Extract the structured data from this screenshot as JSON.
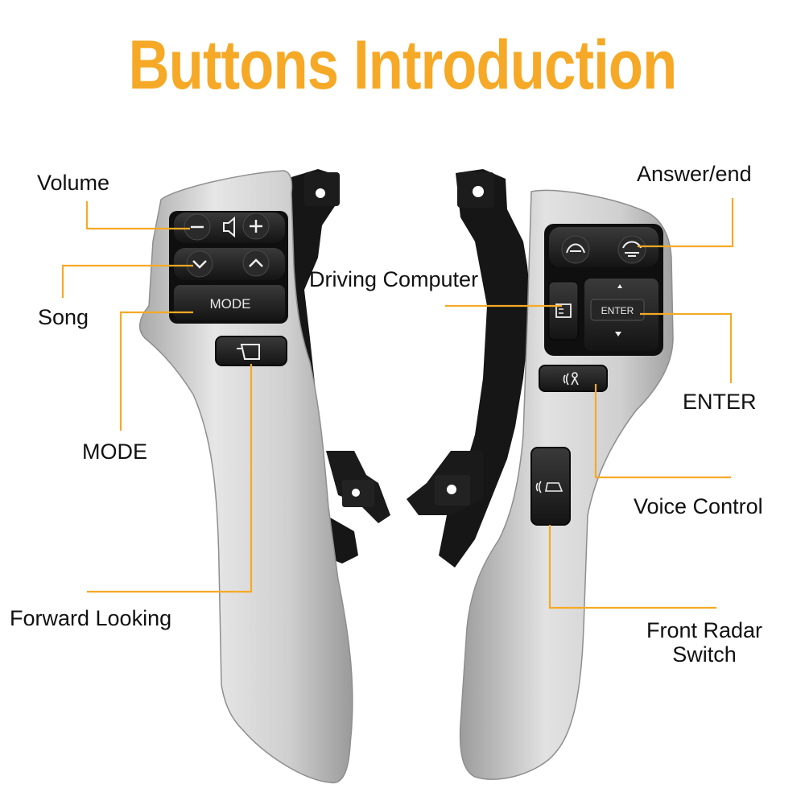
{
  "title": "Buttons Introduction",
  "colors": {
    "title": "#f6a926",
    "callout_line": "#f6a926",
    "panel_silver": "#c9c9c9",
    "button_black": "#1b1b1b"
  },
  "labels": {
    "volume": "Volume",
    "song": "Song",
    "mode": "MODE",
    "forward_looking": "Forward Looking",
    "driving_computer": "Driving Computer",
    "answer_end": "Answer/end",
    "enter": "ENTER",
    "voice_control": "Voice Control",
    "front_radar_line1": "Front Radar",
    "front_radar_line2": "Switch"
  },
  "button_text": {
    "mode": "MODE",
    "enter": "ENTER"
  },
  "icons": [
    "volume-minus-icon",
    "speaker-mute-icon",
    "volume-plus-icon",
    "chevron-down-icon",
    "chevron-up-icon",
    "camera-view-icon",
    "phone-answer-icon",
    "phone-end-icon",
    "display-icon",
    "arrow-up-icon",
    "arrow-down-icon",
    "voice-icon",
    "radar-car-icon"
  ]
}
